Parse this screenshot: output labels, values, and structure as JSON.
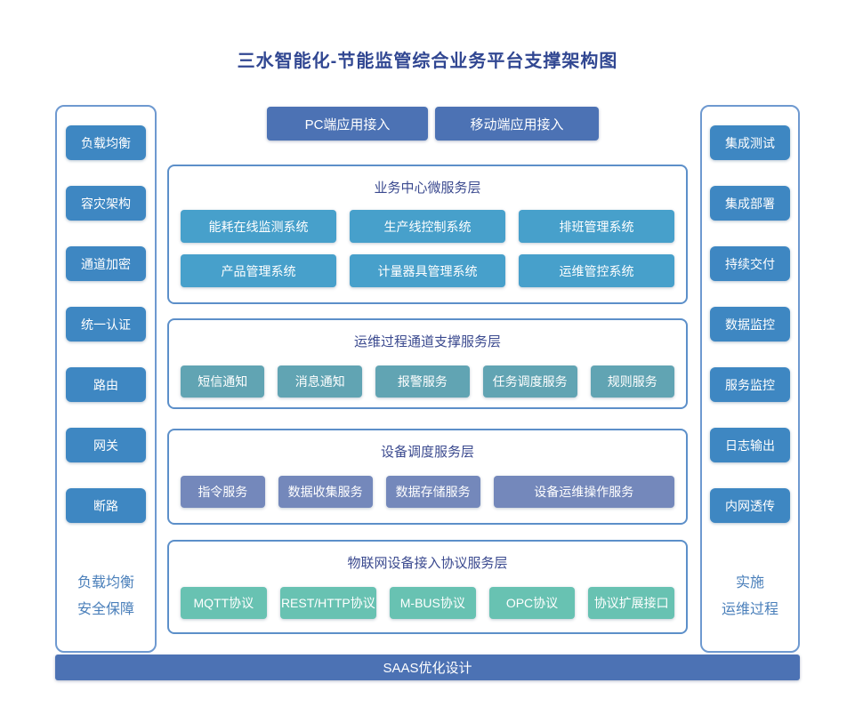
{
  "title": "三水智能化-节能监管综合业务平台支撑架构图",
  "colors": {
    "title_text": "#314792",
    "panel_border": "#6E99D0",
    "section_border": "#5C8FC9",
    "side_box": "#3E87C2",
    "top_button": "#4C72B4",
    "business_box": "#47A0CB",
    "ops_box": "#61A4B3",
    "device_box": "#7488BB",
    "iot_box": "#68C2B2",
    "bottom_bar": "#4C72B4",
    "caption_text": "#4A7FBA"
  },
  "top_buttons": {
    "pc": "PC端应用接入",
    "mobile": "移动端应用接入"
  },
  "left_panel": {
    "items": [
      "负载均衡",
      "容灾架构",
      "通道加密",
      "统一认证",
      "路由",
      "网关",
      "断路"
    ],
    "caption_line1": "负载均衡",
    "caption_line2": "安全保障"
  },
  "right_panel": {
    "items": [
      "集成测试",
      "集成部署",
      "持续交付",
      "数据监控",
      "服务监控",
      "日志输出",
      "内网透传"
    ],
    "caption_line1": "实施",
    "caption_line2": "运维过程"
  },
  "sections": [
    {
      "title": "业务中心微服务层",
      "items": [
        "能耗在线监测系统",
        "生产线控制系统",
        "排班管理系统",
        "产品管理系统",
        "计量器具管理系统",
        "运维管控系统"
      ]
    },
    {
      "title": "运维过程通道支撑服务层",
      "items": [
        "短信通知",
        "消息通知",
        "报警服务",
        "任务调度服务",
        "规则服务"
      ]
    },
    {
      "title": "设备调度服务层",
      "items": [
        "指令服务",
        "数据收集服务",
        "数据存储服务",
        "设备运维操作服务"
      ]
    },
    {
      "title": "物联网设备接入协议服务层",
      "items": [
        "MQTT协议",
        "REST/HTTP协议",
        "M-BUS协议",
        "OPC协议",
        "协议扩展接口"
      ]
    }
  ],
  "bottom_bar": "SAAS优化设计"
}
